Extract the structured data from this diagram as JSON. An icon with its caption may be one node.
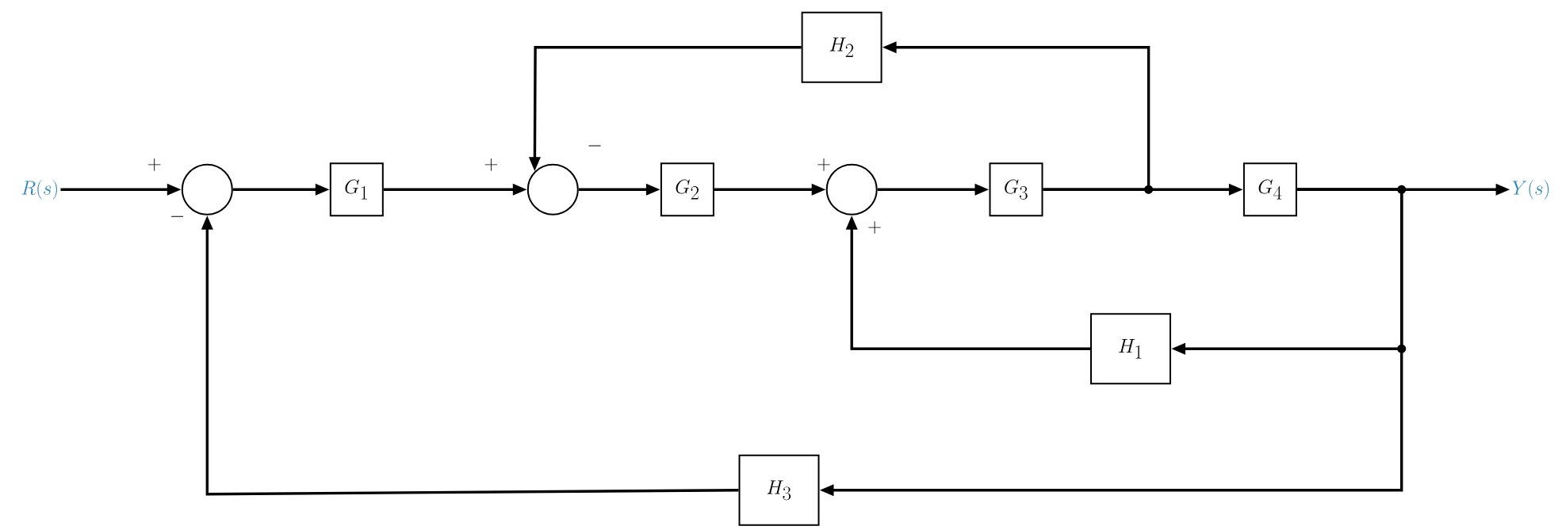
{
  "diagram": {
    "nodes": [
      {
        "text": [
          "R(s)"
        ]
      },
      {
        "text": [],
        "shape": "circle"
      },
      {
        "text": [
          "G_1"
        ]
      },
      {
        "text": [],
        "shape": "circle"
      },
      {
        "text": [
          "G_2"
        ]
      },
      {
        "text": [],
        "shape": "circle"
      },
      {
        "text": [
          "G_3"
        ]
      },
      {
        "text": [
          "G_4"
        ]
      },
      {
        "text": [
          "Y(s)"
        ]
      },
      {
        "text": [
          "H_2"
        ]
      },
      {
        "text": [
          "H_1"
        ]
      },
      {
        "text": [
          "H_3"
        ]
      }
    ],
    "edges": [
      {
        "from": 0,
        "to": 1,
        "arrow": "to"
      },
      {
        "from": 1,
        "to": 2,
        "arrow": "to"
      },
      {
        "from": 2,
        "to": 3,
        "arrow": "to"
      },
      {
        "from": 3,
        "to": 4,
        "arrow": "to"
      },
      {
        "from": 4,
        "to": 5,
        "arrow": "to"
      },
      {
        "from": 5,
        "to": 6,
        "arrow": "to"
      },
      {
        "from": 6,
        "to": 7,
        "arrow": "to"
      },
      {
        "from": 7,
        "to": 8,
        "arrow": "to"
      },
      {
        "from": 6,
        "to": 9,
        "arrow": "to"
      },
      {
        "from": 9,
        "to": 3,
        "arrow": "to"
      },
      {
        "from": 7,
        "to": 10,
        "arrow": "to"
      },
      {
        "from": 10,
        "to": 5,
        "arrow": "to"
      },
      {
        "from": 7,
        "to": 11,
        "arrow": "to"
      },
      {
        "from": 11,
        "to": 1,
        "arrow": "to"
      }
    ],
    "labels": [
      "+",
      "-",
      "+",
      "-",
      "+",
      "+"
    ]
  }
}
